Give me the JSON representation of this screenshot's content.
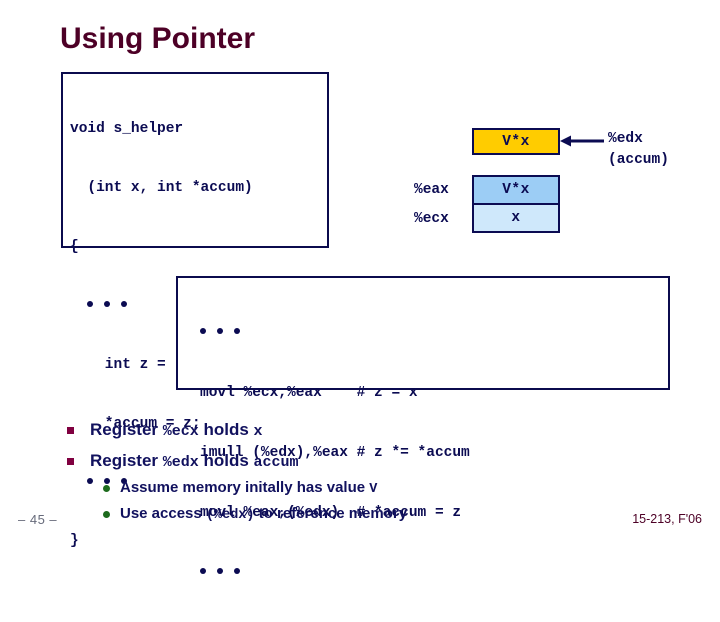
{
  "slide": {
    "title": "Using Pointer",
    "page_number": "– 45 –",
    "course_tag": "15-213, F'06",
    "title_color": "#4d0026",
    "code_color": "#0b0b52",
    "bullet_color": "#11115e",
    "l1_marker_color": "#800040",
    "l2_marker_color": "#1d6b1d"
  },
  "code_box": {
    "line1": "void s_helper",
    "line2": "  (int x, int *accum)",
    "line3": "{",
    "line4_dots": "• • •",
    "line5": "    int z = *accum * x;",
    "line6": "    *accum = z;",
    "line7_dots": "• • •",
    "line8": "}"
  },
  "diagram": {
    "memory_box": {
      "value": "V*x",
      "fill": "#ffcc00",
      "border": "#0b0b52"
    },
    "eax_box": {
      "label": "%eax",
      "value": "V*x",
      "fill": "#9ccdf5"
    },
    "ecx_box": {
      "label": "%ecx",
      "value": "x",
      "fill": "#cfe8fb"
    },
    "pointer_label": "%edx",
    "pointer_sublabel": "(accum)",
    "arrow": "arrow-left"
  },
  "assembly_box": {
    "lines": [
      {
        "code": "",
        "dots": true,
        "comment": ""
      },
      {
        "code": "movl %ecx,%eax   ",
        "dots": false,
        "comment": "# z = x"
      },
      {
        "code": "imull (%edx),%eax",
        "dots": false,
        "comment": "# z *= *accum"
      },
      {
        "code": "movl %eax,(%edx) ",
        "dots": false,
        "comment": "# *accum = z"
      },
      {
        "code": "",
        "dots": true,
        "comment": ""
      }
    ]
  },
  "bullets": {
    "level1": [
      {
        "pre": "Register ",
        "mono1": "%ecx",
        "mid": " holds ",
        "mono2": "x"
      },
      {
        "pre": "Register ",
        "mono1": "%edx",
        "mid": " holds ",
        "mono2": "accum"
      }
    ],
    "level2": [
      {
        "pre": "Assume memory initally has value ",
        "mono1": "V",
        "mid": "",
        "mono2": ""
      },
      {
        "pre": "Use access ",
        "mono1": "(%edx)",
        "mid": " to reference memory",
        "mono2": ""
      }
    ]
  }
}
